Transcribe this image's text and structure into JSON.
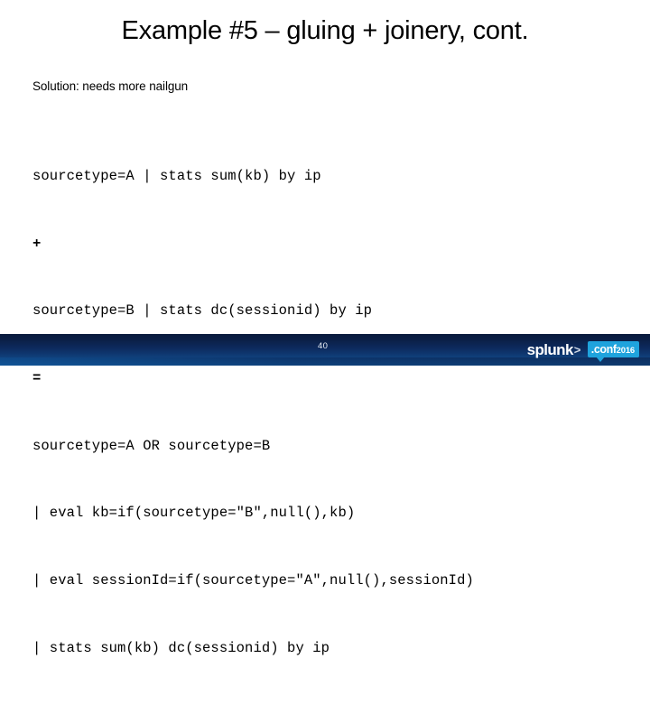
{
  "slide": {
    "title": "Example #5 – gluing + joinery, cont.",
    "subtitle": "Solution: needs more nailgun",
    "code_lines": [
      {
        "text": "sourcetype=A | stats sum(kb) by ip",
        "bold": false
      },
      {
        "text": "+",
        "bold": true
      },
      {
        "text": "sourcetype=B | stats dc(sessionid) by ip",
        "bold": false
      },
      {
        "text": "=",
        "bold": true
      },
      {
        "text": "sourcetype=A OR sourcetype=B",
        "bold": false
      },
      {
        "text": "| eval kb=if(sourcetype=\"B\",null(),kb)",
        "bold": false
      },
      {
        "text": "| eval sessionId=if(sourcetype=\"A\",null(),sessionId)",
        "bold": false
      },
      {
        "text": "| stats sum(kb) dc(sessionid) by ip",
        "bold": false
      }
    ]
  },
  "footer": {
    "page_number": "40",
    "brand_name": "splunk",
    "brand_chevron": ">",
    "conf_label": ".conf",
    "conf_year": "2016",
    "accent_color": "#1fa3dd",
    "bar_color_top": "#0a1a3c",
    "bar_color_bottom": "#115a9e"
  }
}
